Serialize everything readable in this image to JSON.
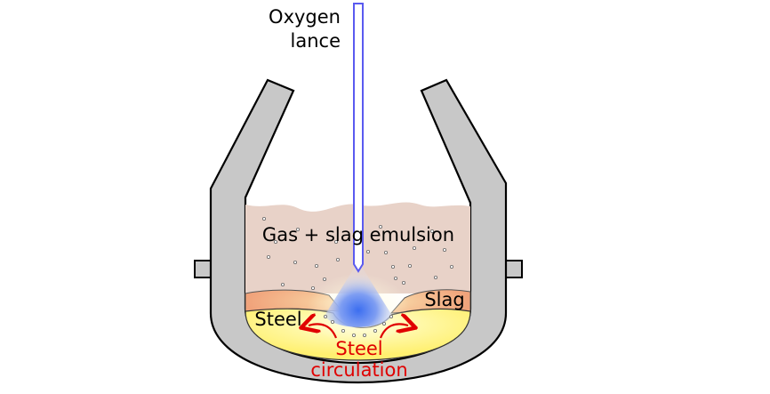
{
  "labels": {
    "lance_line1": "Oxygen",
    "lance_line2": "lance",
    "emulsion": "Gas + slag emulsion",
    "slag": "Slag",
    "steel": "Steel",
    "circulation_line1": "Steel",
    "circulation_line2": "circulation"
  },
  "colors": {
    "vessel_fill": "#c8c8c8",
    "vessel_stroke": "#000000",
    "emulsion_fill": "#e8d2c8",
    "slag_fill": "#f2b08a",
    "steel_fill": "#fff59a",
    "lance_stroke": "#5a5af0",
    "jet_core": "#3c6ef0",
    "circulation_red": "#e00000"
  }
}
